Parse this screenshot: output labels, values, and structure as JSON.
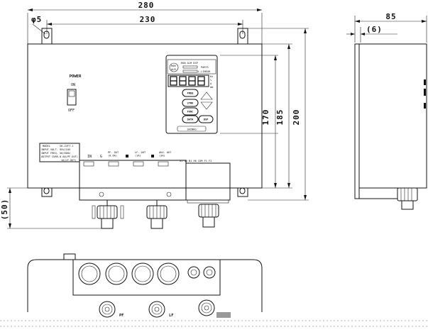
{
  "dimensions": {
    "overall_width": "280",
    "mount_pitch": "230",
    "hole": "φ5",
    "depth": "85",
    "offset": "(6)",
    "height_inner": "170",
    "height_mid": "185",
    "height_overall": "200",
    "connector_protrusion": "(50)"
  },
  "front_panel": {
    "power_label": "POWER",
    "on_label": "ON",
    "off_label": "OFF",
    "nameplate": [
      [
        "MODEL",
        "SH-2VF7-1"
      ],
      [
        "INPUT VOLT.",
        "95V/10V"
      ],
      [
        "INPUT FREQ.",
        "50/60Hz"
      ],
      [
        "OUTPUT CURR.",
        "0.6A(PF.OUT)"
      ],
      [
        "",
        "1A(LF.OUT)"
      ]
    ],
    "port_labels": [
      "IN",
      "G",
      "PF. OUT\n(0.6A)",
      "LF. OUT\n(1A)",
      "AUX. OUT\n(3A)"
    ],
    "terminal_labels": "G1 G0 N1 H0 COM F1 F2"
  },
  "keypad": {
    "status_top": "RUN ALM DSP",
    "status_mid": "PARTS",
    "status_low": "L.LINEAR",
    "corner_top": "RUN",
    "corner_bottom": "ALM",
    "unit_1": "Hz",
    "unit_2": "%",
    "unit_3": "A",
    "unit_4": "mm",
    "buttons": [
      "FREQ",
      "STRK",
      "FUNC",
      "DATA",
      "DSP"
    ],
    "logo": "SHINKO"
  },
  "bottom_view": {
    "label_pf": "PF",
    "label_lf": "LF"
  }
}
